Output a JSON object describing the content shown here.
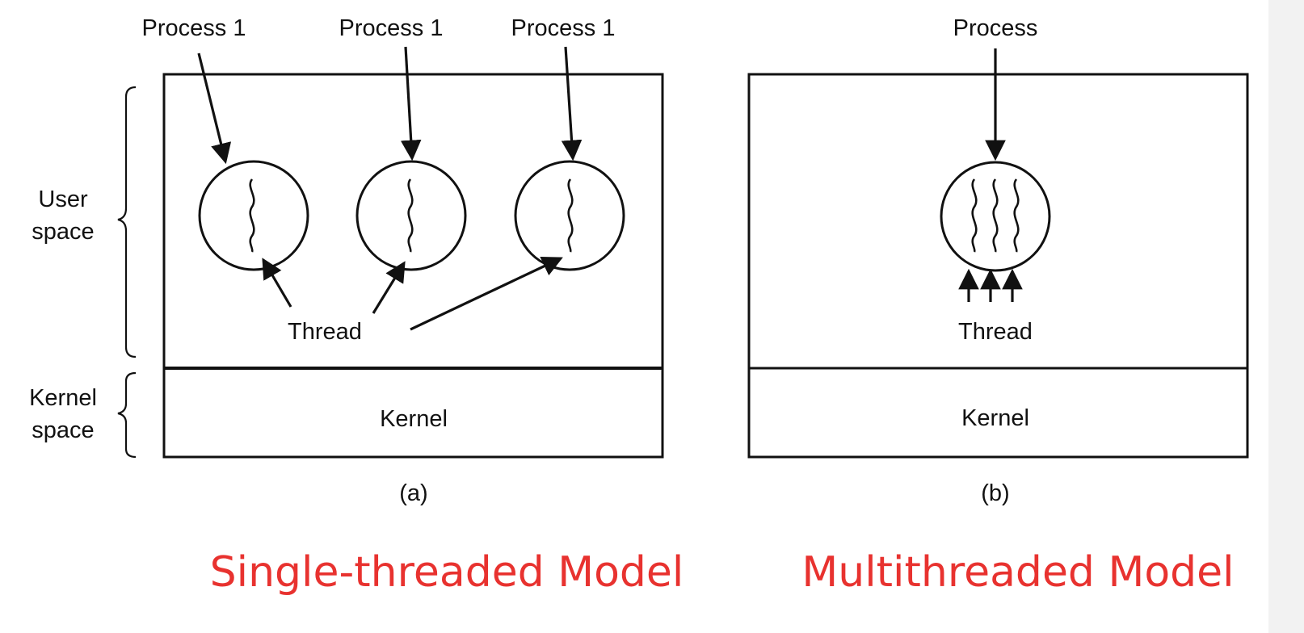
{
  "colors": {
    "caption": "#e8322f",
    "line": "#111111",
    "background": "#ffffff"
  },
  "labels": {
    "user_space": [
      "User",
      "space"
    ],
    "kernel_space": [
      "Kernel",
      "space"
    ]
  },
  "panel_a": {
    "process_labels": [
      "Process 1",
      "Process 1",
      "Process 1"
    ],
    "thread_label": "Thread",
    "kernel_label": "Kernel",
    "sublabel": "(a)",
    "caption": "Single-threaded Model",
    "threads_per_process": 1
  },
  "panel_b": {
    "process_label": "Process",
    "thread_label": "Thread",
    "kernel_label": "Kernel",
    "sublabel": "(b)",
    "caption": "Multithreaded Model",
    "threads_per_process": 3
  }
}
